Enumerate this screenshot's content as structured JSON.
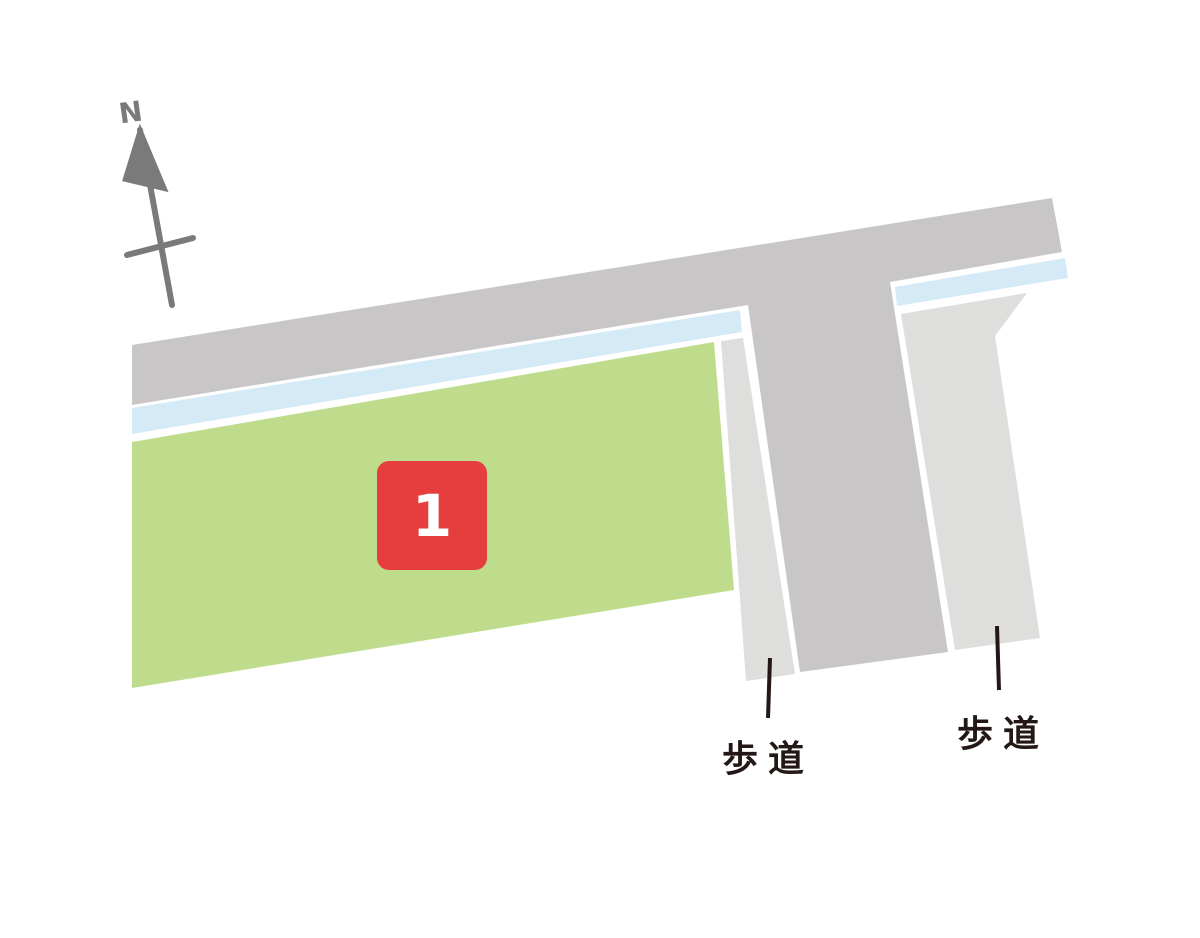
{
  "map": {
    "compass": {
      "label": "N",
      "icon": "north-arrow-icon",
      "color": "#7a7a7a"
    },
    "lots": [
      {
        "number": "1",
        "badge_color": "#e63e3e",
        "fill_color": "#bedc8c"
      }
    ],
    "labels": [
      {
        "text": "歩道",
        "meaning": "sidewalk",
        "position": "left"
      },
      {
        "text": "歩道",
        "meaning": "sidewalk",
        "position": "right"
      }
    ],
    "colors": {
      "road": "#c8c6c6",
      "sidewalk": "#dededd",
      "water": "#d4ebf7",
      "plot": "#bedc8c",
      "leader_line": "#231815"
    }
  }
}
